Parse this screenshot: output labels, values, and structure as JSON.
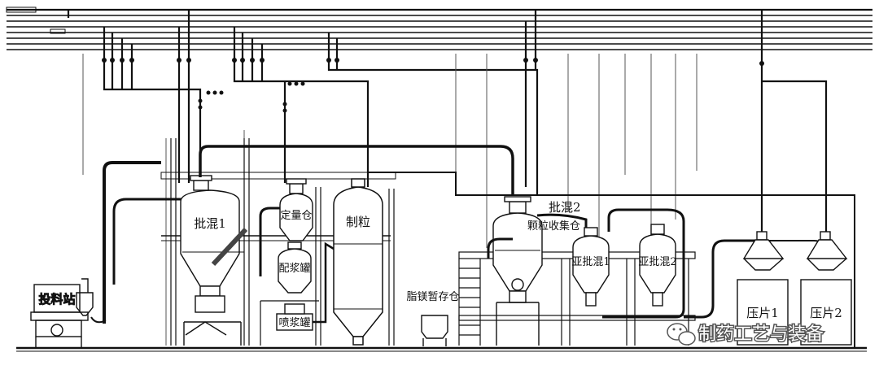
{
  "labels": {
    "feeding_station": "投料站",
    "batch_mix_1": "批混1",
    "dosing_bin": "定量仓",
    "slurry_tank": "配浆罐",
    "spray_tank": "喷浆罐",
    "granulator": "制粒",
    "mg_stearate_bin": "脂镁暂存仓",
    "batch_mix_2": "批混2",
    "granule_collection_bin": "颗粒收集仓",
    "sub_batch_mix_1": "亚批混1",
    "sub_batch_mix_2": "亚批混2",
    "tablet_press_1": "压片1",
    "tablet_press_2": "压片2"
  },
  "watermark": {
    "text": "制药工艺与装备",
    "icon": "wechat-icon"
  },
  "colors": {
    "line": "#111111",
    "background": "#ffffff",
    "watermark_stroke": "#555555"
  }
}
